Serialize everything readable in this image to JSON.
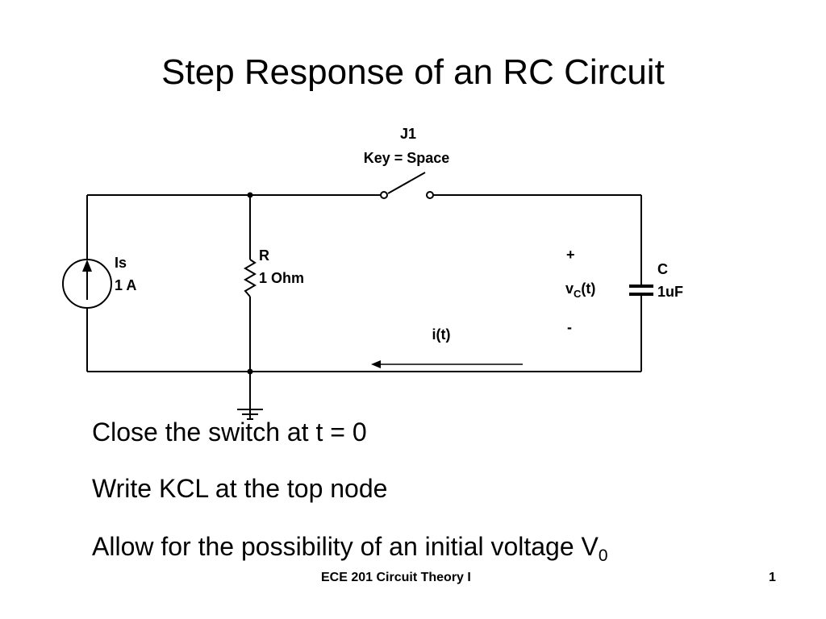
{
  "slide": {
    "title": "Step Response of an RC Circuit",
    "bullets": [
      {
        "text": "Close the switch at t = 0",
        "sub": ""
      },
      {
        "text": "Write KCL at the top node",
        "sub": ""
      },
      {
        "text": "Allow for the possibility of an initial voltage V",
        "sub": "0"
      }
    ],
    "footer": {
      "course": "ECE 201 Circuit Theory I",
      "page_number": "1"
    }
  },
  "circuit": {
    "switch": {
      "name": "J1",
      "key_label": "Key = Space"
    },
    "source": {
      "name": "Is",
      "value": "1 A",
      "icon": "current-source-up-arrow"
    },
    "resistor": {
      "name": "R",
      "value": "1 Ohm"
    },
    "capacitor": {
      "name": "C",
      "value": "1uF"
    },
    "voltage": {
      "plus": "+",
      "symbol": "v",
      "subscript": "C",
      "suffix": "(t)",
      "minus": "-"
    },
    "current": {
      "label": "i(t)",
      "direction": "left"
    },
    "ground": {
      "icon": "ground-symbol"
    }
  }
}
